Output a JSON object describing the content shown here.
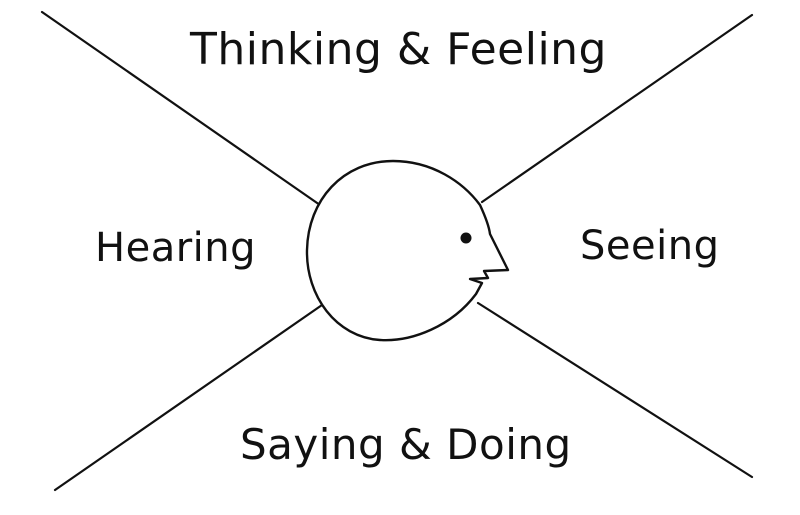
{
  "quadrants": {
    "top": "Thinking & Feeling",
    "left": "Hearing",
    "right": "Seeing",
    "bottom": "Saying & Doing"
  },
  "colors": {
    "background": "#ffffff",
    "ink": "#111111"
  },
  "icons": {
    "center": "head-profile-icon"
  }
}
